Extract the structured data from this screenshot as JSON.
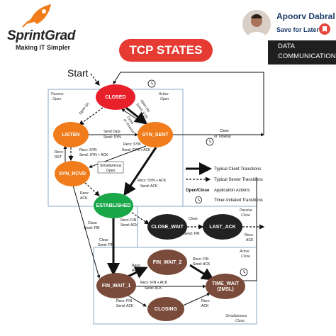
{
  "brand": {
    "name": "SprintGrad",
    "tagline": "Making IT Simpler"
  },
  "author": {
    "name": "Apoorv Dabral",
    "save_label": "Save for Later"
  },
  "tag": {
    "line1": "DATA",
    "line2": "COMMUNICATION"
  },
  "title": "TCP STATES",
  "start": "Start",
  "states": {
    "closed": "CLOSED",
    "listen": "LISTEN",
    "syn_sent": "SYN_SENT",
    "syn_rcvd": "SYN_RCVD",
    "established": "ESTABLISHED",
    "close_wait": "CLOSE_WAIT",
    "last_ack": "LAST_ACK",
    "fin_wait_1": "FIN_WAIT_1",
    "fin_wait_2": "FIN_WAIT_2",
    "closing": "CLOSING",
    "time_wait": "TIME_WAIT",
    "time_wait_sub": "(2MSL)"
  },
  "regions": {
    "passive_open": [
      "Passive",
      "Open"
    ],
    "active_open": [
      "Active",
      "Open"
    ],
    "passive_close": [
      "Passive",
      "Close"
    ],
    "active_close": [
      "Active",
      "Close"
    ],
    "simultaneous_close": [
      "Simultaneous",
      "Close"
    ]
  },
  "transitions": {
    "open_p": [
      "Open (p)"
    ],
    "open_a": [
      "Open (a)",
      "Send: SYN"
    ],
    "close_timeout_1": [
      "Close",
      "or Timeout"
    ],
    "send_data": [
      "Send Data",
      "Send: SYN"
    ],
    "close_timeout_2": [
      "Close",
      "or Timeout"
    ],
    "recv_rst": [
      "Recv:",
      "RST"
    ],
    "recv_syn_ack_1": [
      "Recv: SYN",
      "Send: SYN + ACK"
    ],
    "recv_syn_2": [
      "Recv: SYN",
      "Send: SYN + ACK"
    ],
    "simultaneous": "Simultaneous",
    "open": "Open",
    "recv_syn_ack_3": [
      "Recv: SYN + ACK",
      "Send: ACK"
    ],
    "recv_ack_1": [
      "Recv:",
      "ACK"
    ],
    "close_send_fin_1": [
      "Close",
      "Send: FIN"
    ],
    "recv_fin_1": [
      "Recv: FIN",
      "Send: ACK"
    ],
    "close_2": [
      "Close"
    ],
    "send_fin_2": [
      "Send: FIN"
    ],
    "recv_ack_2": [
      "Recv:",
      "ACK"
    ],
    "close_send_fin_3": [
      "Close",
      "Send: FIN"
    ],
    "recv_ack_3": [
      "Recv:",
      "ACK"
    ],
    "recv_fin_2": [
      "Recv: FIN",
      "Send: ACK"
    ],
    "recv_fin_ack": [
      "Recv: FIN + ACK",
      "Send: ACK"
    ],
    "recv_fin_3": [
      "Recv: FIN",
      "Send: ACK"
    ],
    "recv_ack_4": [
      "Recv:",
      "ACK"
    ]
  },
  "legend": {
    "client": "Typical Client Transitions",
    "server": "Typical Server Transitions",
    "actions": "Application Actions",
    "actions_key": "Open/Close",
    "timer": "Timer-Initiated Transitions"
  },
  "colors": {
    "closed": "#e8202a",
    "orange": "#f07c1b",
    "green": "#1aa74a",
    "black_node": "#222222",
    "brown": "#7a4b3a",
    "title": "#e63b33"
  }
}
